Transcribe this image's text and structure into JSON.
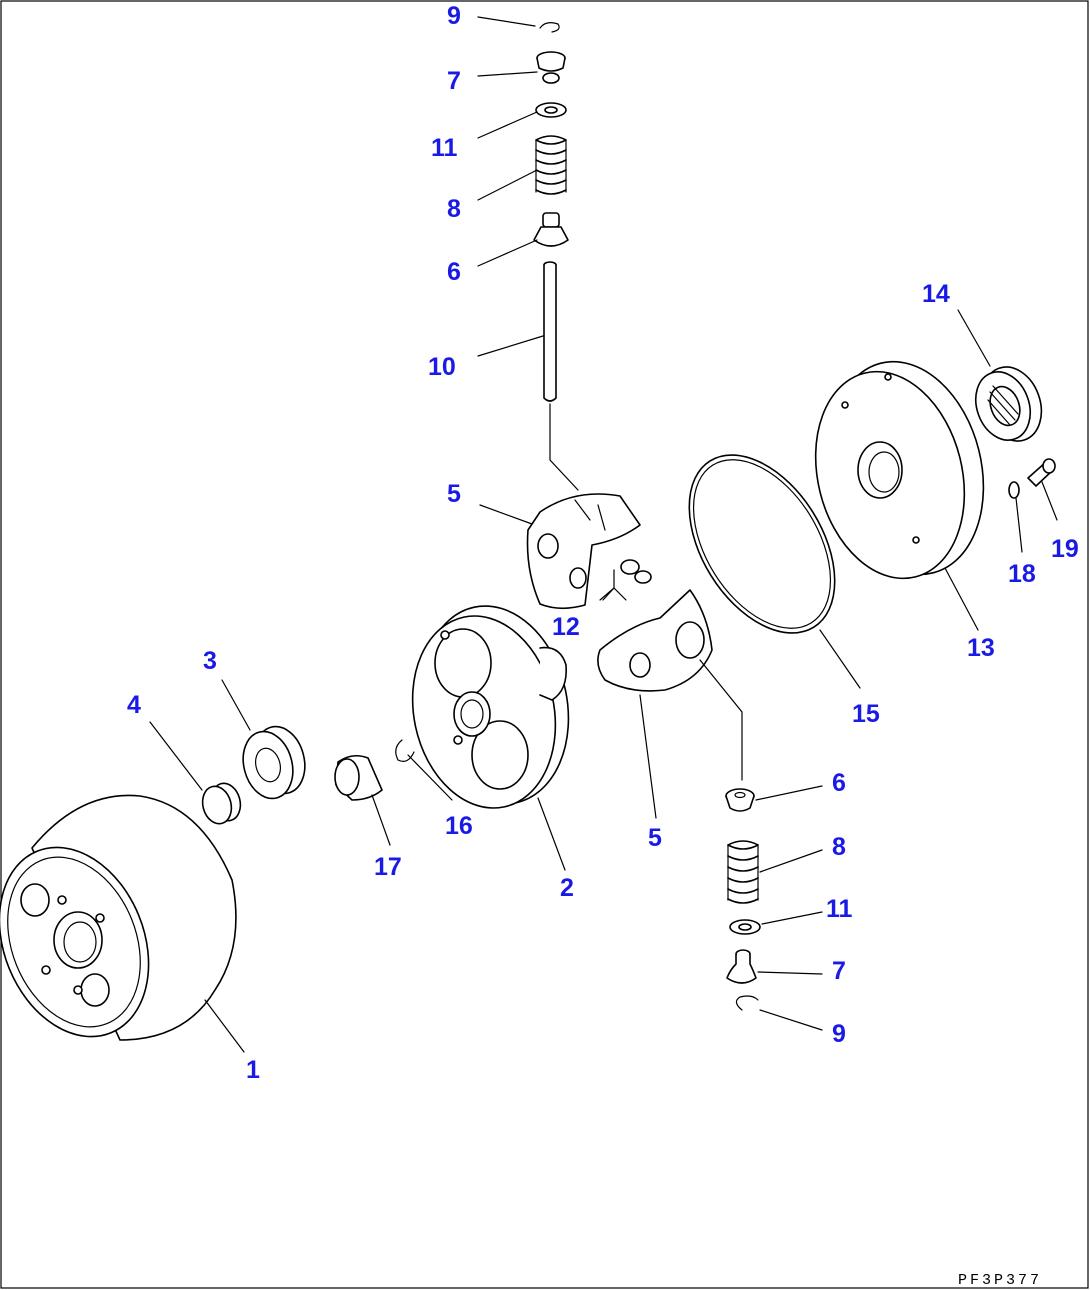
{
  "diagram_code": "PF3P377",
  "colors": {
    "callout": "#1a1ae6",
    "line": "#000000",
    "background": "#ffffff"
  },
  "callouts": [
    {
      "id": "c9a",
      "label": "9"
    },
    {
      "id": "c7a",
      "label": "7"
    },
    {
      "id": "c11a",
      "label": "11"
    },
    {
      "id": "c8a",
      "label": "8"
    },
    {
      "id": "c6a",
      "label": "6"
    },
    {
      "id": "c10",
      "label": "10"
    },
    {
      "id": "c5a",
      "label": "5"
    },
    {
      "id": "c12",
      "label": "12"
    },
    {
      "id": "c14",
      "label": "14"
    },
    {
      "id": "c19",
      "label": "19"
    },
    {
      "id": "c18",
      "label": "18"
    },
    {
      "id": "c13",
      "label": "13"
    },
    {
      "id": "c15",
      "label": "15"
    },
    {
      "id": "c3",
      "label": "3"
    },
    {
      "id": "c4",
      "label": "4"
    },
    {
      "id": "c16",
      "label": "16"
    },
    {
      "id": "c17",
      "label": "17"
    },
    {
      "id": "c2",
      "label": "2"
    },
    {
      "id": "c5b",
      "label": "5"
    },
    {
      "id": "c6b",
      "label": "6"
    },
    {
      "id": "c8b",
      "label": "8"
    },
    {
      "id": "c11b",
      "label": "11"
    },
    {
      "id": "c7b",
      "label": "7"
    },
    {
      "id": "c9b",
      "label": "9"
    },
    {
      "id": "c1",
      "label": "1"
    }
  ]
}
